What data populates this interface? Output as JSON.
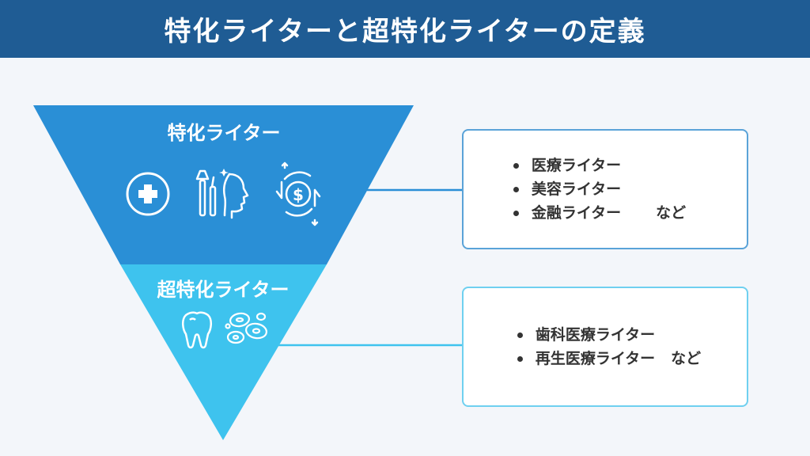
{
  "title": "特化ライターと超特化ライターの定義",
  "tiers": {
    "specialized": {
      "label": "特化ライター",
      "color": "#2a8fd6",
      "icons": [
        "medical-cross-icon",
        "beauty-face-icon",
        "finance-dollar-icon"
      ],
      "items": [
        "医療ライター",
        "美容ライター",
        "金融ライター"
      ],
      "suffix": "など"
    },
    "super_specialized": {
      "label": "超特化ライター",
      "color": "#3ec3ee",
      "icons": [
        "tooth-icon",
        "cells-icon"
      ],
      "items": [
        "歯科医療ライター",
        "再生医療ライター"
      ],
      "suffix": "など"
    }
  },
  "colors": {
    "header_bg": "#1f5c94",
    "background": "#f3f6fa",
    "box_border_top": "#5aa3d8",
    "box_border_bottom": "#6fd0f0"
  }
}
